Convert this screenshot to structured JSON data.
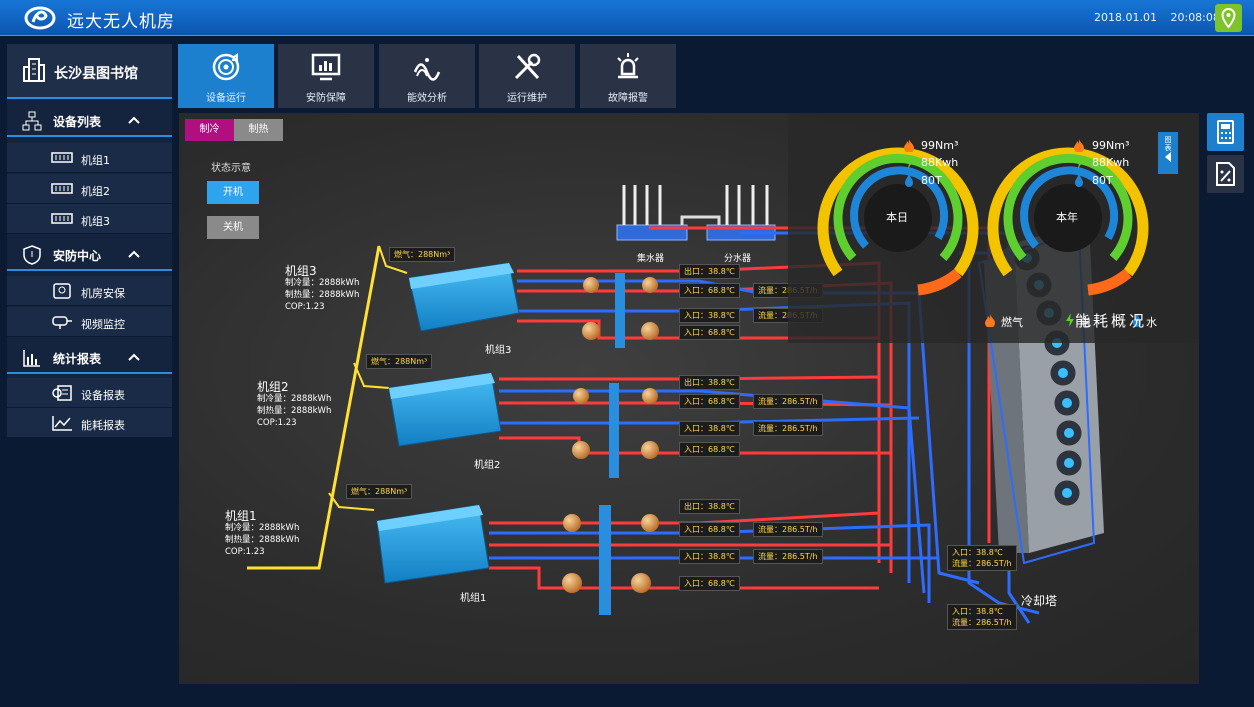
{
  "header": {
    "title": "远大无人机房",
    "date": "2018.01.01",
    "time": "20:08:08"
  },
  "sidebar": {
    "building": "长沙县图书馆",
    "sections": [
      {
        "label": "设备列表",
        "items": [
          "机组1",
          "机组2",
          "机组3"
        ]
      },
      {
        "label": "安防中心",
        "items": [
          "机房安保",
          "视频监控"
        ]
      },
      {
        "label": "统计报表",
        "items": [
          "设备报表",
          "能耗报表"
        ]
      }
    ]
  },
  "tabs": [
    "设备运行",
    "安防保障",
    "能效分析",
    "运行维护",
    "故障报警"
  ],
  "mode": {
    "cool": "制冷",
    "heat": "制热"
  },
  "legend": {
    "title": "状态示意",
    "on": "开机",
    "off": "关机"
  },
  "energy": {
    "title": "能耗概况",
    "hide_label": "图表",
    "gauges": [
      {
        "label": "本日",
        "gas": "99Nm³",
        "power": "88Kwh",
        "water": "80T"
      },
      {
        "label": "本年",
        "gas": "99Nm³",
        "power": "88Kwh",
        "water": "80T"
      }
    ],
    "legend": {
      "gas": "燃气",
      "power": "电",
      "water": "水"
    }
  },
  "units": [
    {
      "name": "机组3",
      "cool": "制冷量：2888kWh",
      "heat": "制热量：2888kWh",
      "cop": "COP:1.23",
      "gas": "燃气：288Nm³",
      "out": "出口：38.8℃",
      "in1": "入口：68.8℃",
      "flow1": "流量：286.5T/h",
      "in2": "入口：38.8℃",
      "flow2": "流量：286.5T/h",
      "in3": "入口：68.8℃"
    },
    {
      "name": "机组2",
      "cool": "制冷量：2888kWh",
      "heat": "制热量：2888kWh",
      "cop": "COP:1.23",
      "gas": "燃气：288Nm³",
      "out": "出口：38.8℃",
      "in1": "入口：68.8℃",
      "flow1": "流量：286.5T/h",
      "in2": "入口：38.8℃",
      "flow2": "流量：286.5T/h",
      "in3": "入口：68.8℃"
    },
    {
      "name": "机组1",
      "cool": "制冷量：2888kWh",
      "heat": "制热量：2888kWh",
      "cop": "COP:1.23",
      "gas": "燃气：288Nm³",
      "out": "出口：38.8℃",
      "in1": "入口：68.8℃",
      "flow1": "流量：286.5T/h",
      "in2": "入口：38.8℃",
      "flow2": "流量：286.5T/h",
      "in3": "入口：68.8℃"
    }
  ],
  "collector": "集水器",
  "distributor": "分水器",
  "tower": {
    "name": "冷却塔",
    "t1_in": "入口：38.8℃",
    "t1_flow": "流量：286.5T/h",
    "t2_in": "入口：38.8℃",
    "t2_flow": "流量：286.5T/h"
  },
  "colors": {
    "accent": "#1c80cf",
    "header": "#1570d0",
    "pipe_hot": "#ff3b3b",
    "pipe_cold": "#2d6cff",
    "gas": "#ffe033",
    "unit": "#1ea0e6"
  }
}
